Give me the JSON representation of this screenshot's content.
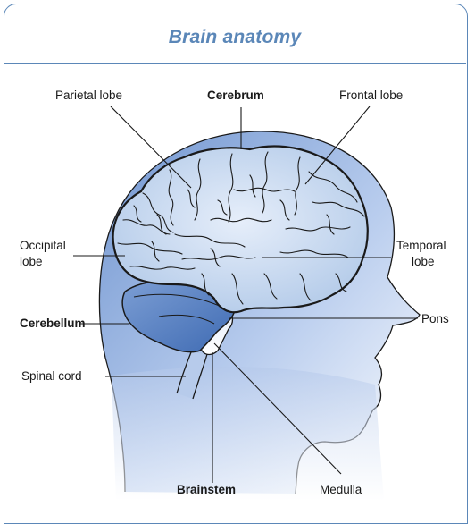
{
  "title": "Brain anatomy",
  "labels": {
    "parietal": "Parietal lobe",
    "cerebrum": "Cerebrum",
    "frontal": "Frontal lobe",
    "occipital_1": "Occipital",
    "occipital_2": "lobe",
    "temporal_1": "Temporal",
    "temporal_2": "lobe",
    "cerebellum": "Cerebellum",
    "pons": "Pons",
    "spinal_cord": "Spinal cord",
    "brainstem": "Brainstem",
    "medulla": "Medulla"
  },
  "colors": {
    "accent": "#5b87b8",
    "head_fill": "#8eaedd",
    "brain_fill": "#c9dcf3",
    "cerebellum_fill": "#5d84c4"
  }
}
